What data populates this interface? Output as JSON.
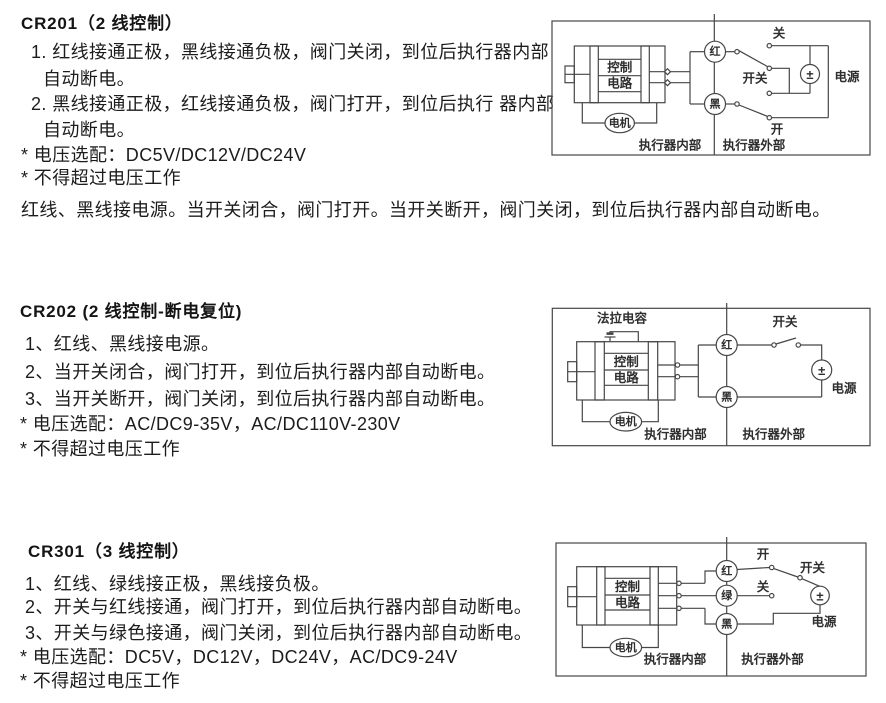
{
  "colors": {
    "background": "#ffffff",
    "text": "#1c1c1c",
    "diagram_line": "#464646"
  },
  "sections": [
    {
      "title": "CR201（2 线控制）",
      "lines": [
        "1. 红线接通正极，黑线接通负极，阀门关闭，到位后执行器内部",
        "自动断电。",
        "2. 黑线接通正极，红线接通负极，阀门打开，到位后执行 器内部",
        "自动断电。",
        "* 电压选配：DC5V/DC12V/DC24V",
        "* 不得超过电压工作"
      ],
      "note": "红线、黑线接电源。当开关闭合，阀门打开。当开关断开，阀门关闭，到位后执行器内部自动断电。"
    },
    {
      "title": "CR202 (2 线控制-断电复位)",
      "lines": [
        "1、红线、黑线接电源。",
        "2、当开关闭合，阀门打开，到位后执行器内部自动断电。",
        "3、当开关断开，阀门关闭，到位后执行器内部自动断电。",
        "* 电压选配：AC/DC9-35V，AC/DC110V-230V",
        "* 不得超过电压工作"
      ]
    },
    {
      "title": "CR301（3 线控制）",
      "lines": [
        "1、红线、绿线接正极，黑线接负极。",
        "2、开关与红线接通，阀门打开，到位后执行器内部自动断电。",
        "3、开关与绿色接通，阀门关闭，到位后执行器内部自动断电。",
        "* 电压选配：DC5V，DC12V，DC24V，AC/DC9-24V",
        "* 不得超过电压工作"
      ]
    }
  ],
  "diagram1": {
    "control1": "控制",
    "control2": "电路",
    "motor": "电机",
    "red": "红",
    "black": "黑",
    "close": "关",
    "open": "开",
    "switch": "开关",
    "power": "电源",
    "polarity": "±",
    "inside": "执行器内部",
    "outside": "执行器外部"
  },
  "diagram2": {
    "capacitor": "法拉电容",
    "control1": "控制",
    "control2": "电路",
    "motor": "电机",
    "red": "红",
    "black": "黑",
    "switch": "开关",
    "power": "电源",
    "polarity": "±",
    "inside": "执行器内部",
    "outside": "执行器外部"
  },
  "diagram3": {
    "control1": "控制",
    "control2": "电路",
    "motor": "电机",
    "red": "红",
    "green": "绿",
    "black": "黑",
    "open": "开",
    "close": "关",
    "switch": "开关",
    "power": "电源",
    "polarity": "±",
    "inside": "执行器内部",
    "outside": "执行器外部"
  }
}
